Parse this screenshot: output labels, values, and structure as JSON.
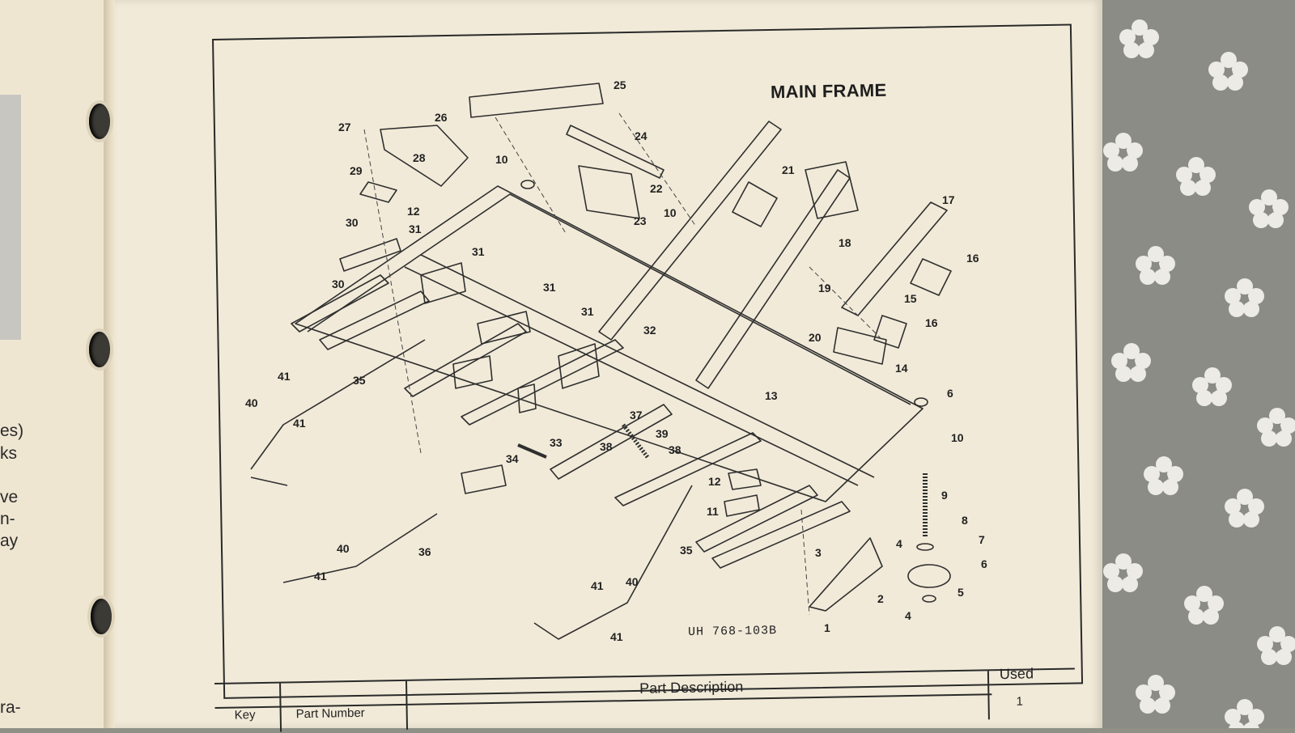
{
  "left_page": {
    "fragments": [
      "es)",
      "ks",
      "ve",
      "n-",
      "ay",
      "ra-"
    ]
  },
  "diagram": {
    "title": "MAIN FRAME",
    "drawing_code": "UH 768-103B",
    "callouts": [
      "25",
      "27",
      "26",
      "28",
      "24",
      "10",
      "29",
      "22",
      "21",
      "12",
      "23",
      "10",
      "17",
      "30",
      "31",
      "18",
      "16",
      "31",
      "19",
      "15",
      "30",
      "31",
      "16",
      "20",
      "31",
      "32",
      "14",
      "41",
      "35",
      "40",
      "41",
      "13",
      "6",
      "37",
      "39",
      "33",
      "38",
      "38",
      "10",
      "34",
      "12",
      "9",
      "11",
      "8",
      "4",
      "7",
      "40",
      "36",
      "35",
      "3",
      "6",
      "41",
      "41",
      "40",
      "2",
      "5",
      "4",
      "1",
      "41"
    ],
    "colors": {
      "paper": "#f1ead8",
      "ink": "#2a2a2a",
      "fabric": "#8a8c85",
      "flowers": "#ecebe6"
    }
  },
  "table": {
    "headers": {
      "key": "Key",
      "part_number": "Part Number",
      "description": "Part Description",
      "used": "Used"
    },
    "first_value": "1"
  }
}
